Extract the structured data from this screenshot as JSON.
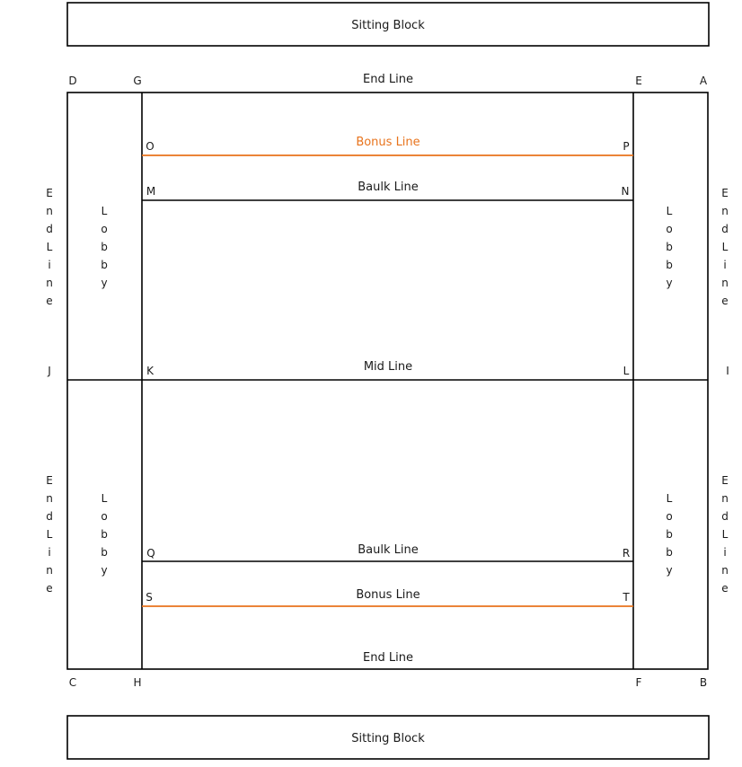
{
  "colors": {
    "line": "#000000",
    "bonus": "#e8731c",
    "text": "#1a1a1a"
  },
  "sitting_block_top": "Sitting Block",
  "sitting_block_bottom": "Sitting Block",
  "lines": {
    "end_top": "End Line",
    "bonus_top": "Bonus Line",
    "baulk_top": "Baulk Line",
    "mid": "Mid Line",
    "baulk_bottom": "Baulk Line",
    "bonus_bottom": "Bonus Line",
    "end_bottom": "End Line"
  },
  "points": {
    "A": "A",
    "B": "B",
    "C": "C",
    "D": "D",
    "E": "E",
    "F": "F",
    "G": "G",
    "H": "H",
    "I": "I",
    "J": "J",
    "K": "K",
    "L": "L",
    "M": "M",
    "N": "N",
    "O": "O",
    "P": "P",
    "Q": "Q",
    "R": "R",
    "S": "S",
    "T": "T"
  },
  "vertical_labels": {
    "end_line": "EndLine",
    "lobby": "Lobby"
  }
}
